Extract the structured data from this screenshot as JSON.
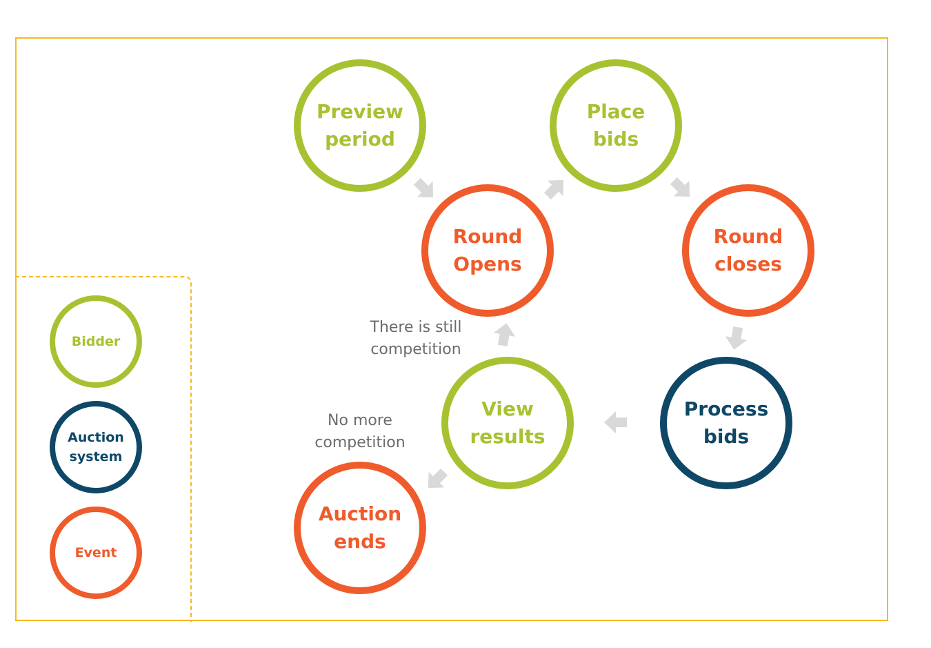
{
  "colors": {
    "bidder": "#a6c231",
    "auction_system": "#0f4767",
    "event": "#ef5b2b",
    "frame": "#f6b91f",
    "arrow": "#d9d9d9",
    "note_text": "#6b6b6b"
  },
  "nodes": {
    "preview_period": "Preview\nperiod",
    "place_bids": "Place\nbids",
    "round_opens": "Round\nOpens",
    "round_closes": "Round\ncloses",
    "process_bids": "Process\nbids",
    "view_results": "View\nresults",
    "auction_ends": "Auction\nends"
  },
  "notes": {
    "still_competition": "There is still\ncompetition",
    "no_more_competition": "No more\ncompetition"
  },
  "legend": {
    "bidder": "Bidder",
    "auction_system": "Auction\nsystem",
    "event": "Event"
  }
}
